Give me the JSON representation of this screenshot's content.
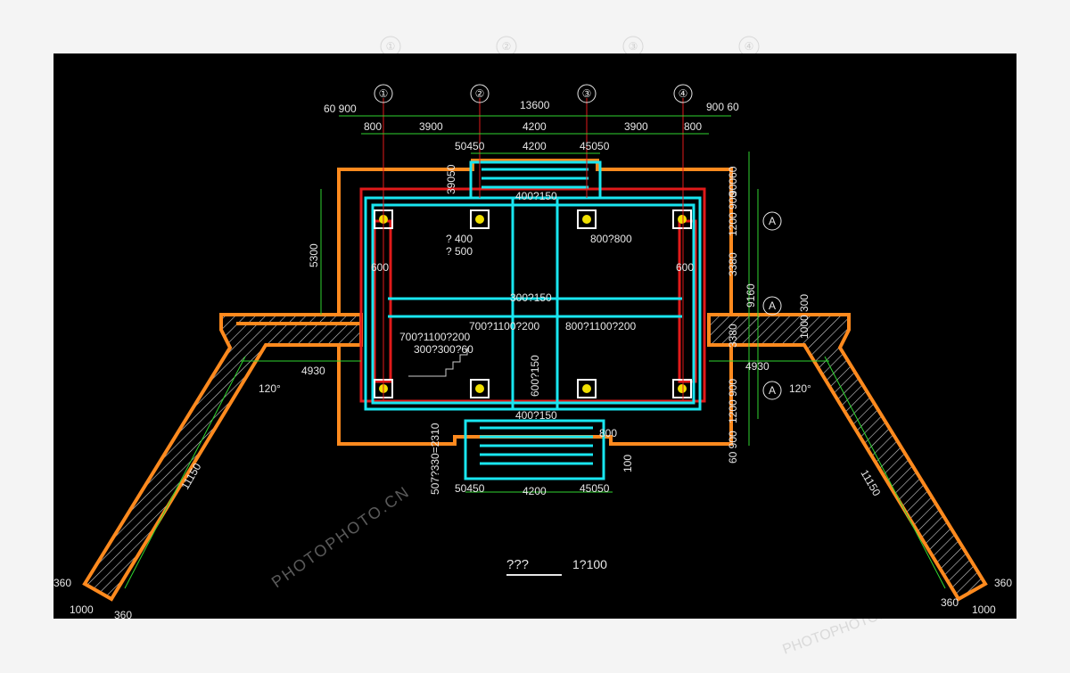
{
  "ghost_axis_labels": [
    "①",
    "②",
    "③",
    "④"
  ],
  "axis_labels": [
    "①",
    "②",
    "③",
    "④"
  ],
  "row_labels": [
    "A",
    "A",
    "A"
  ],
  "top_dims": {
    "total": "13600",
    "left_edge": "60 900",
    "right_edge": "900 60",
    "segments": [
      "800",
      "3900",
      "4200",
      "3900",
      "800"
    ],
    "stair_top": [
      "50450",
      "4200",
      "45050"
    ]
  },
  "bottom_dims": [
    "50450",
    "4200",
    "45050"
  ],
  "left_dims": [
    "5300",
    "4930",
    "120°",
    "11150",
    "360",
    "1000",
    "360"
  ],
  "right_dims": [
    "4930",
    "120°",
    "11150",
    "360",
    "1000",
    "360"
  ],
  "right_vertical_dims": [
    "90060",
    "1200 900",
    "3380",
    "9160",
    "3380",
    "1200 900",
    "60 900"
  ],
  "right_arm_dim": "1000 300",
  "annotations": {
    "col_top_left": "? 400",
    "col_top_left2": "? 500",
    "col_top_right": "800?800",
    "beam_top": "400?150",
    "beam_bottom": "400?150",
    "side_600_left": "600",
    "side_600_right": "600",
    "mid_300": "300?150",
    "mid_left_a": "700?1100?200",
    "mid_left_b": "700?1100?200",
    "mid_left_c": "300?300?60",
    "mid_right": "800?1100?200",
    "vertical_mid": "600?150",
    "step_left": "507?330=2310",
    "step_right_800": "800",
    "step_right_100": "100",
    "top_stair_vert": "39050"
  },
  "plan_title": "???",
  "scale": "1?100",
  "watermark": "PHOTOPHOTO.CN",
  "colors": {
    "background": "#000000",
    "wall_cyan": "#19e6f0",
    "outline_orange": "#ff8a1e",
    "beam_red": "#e01a1a",
    "dimension_green": "#2fd52f",
    "text": "#e6e6e6"
  }
}
